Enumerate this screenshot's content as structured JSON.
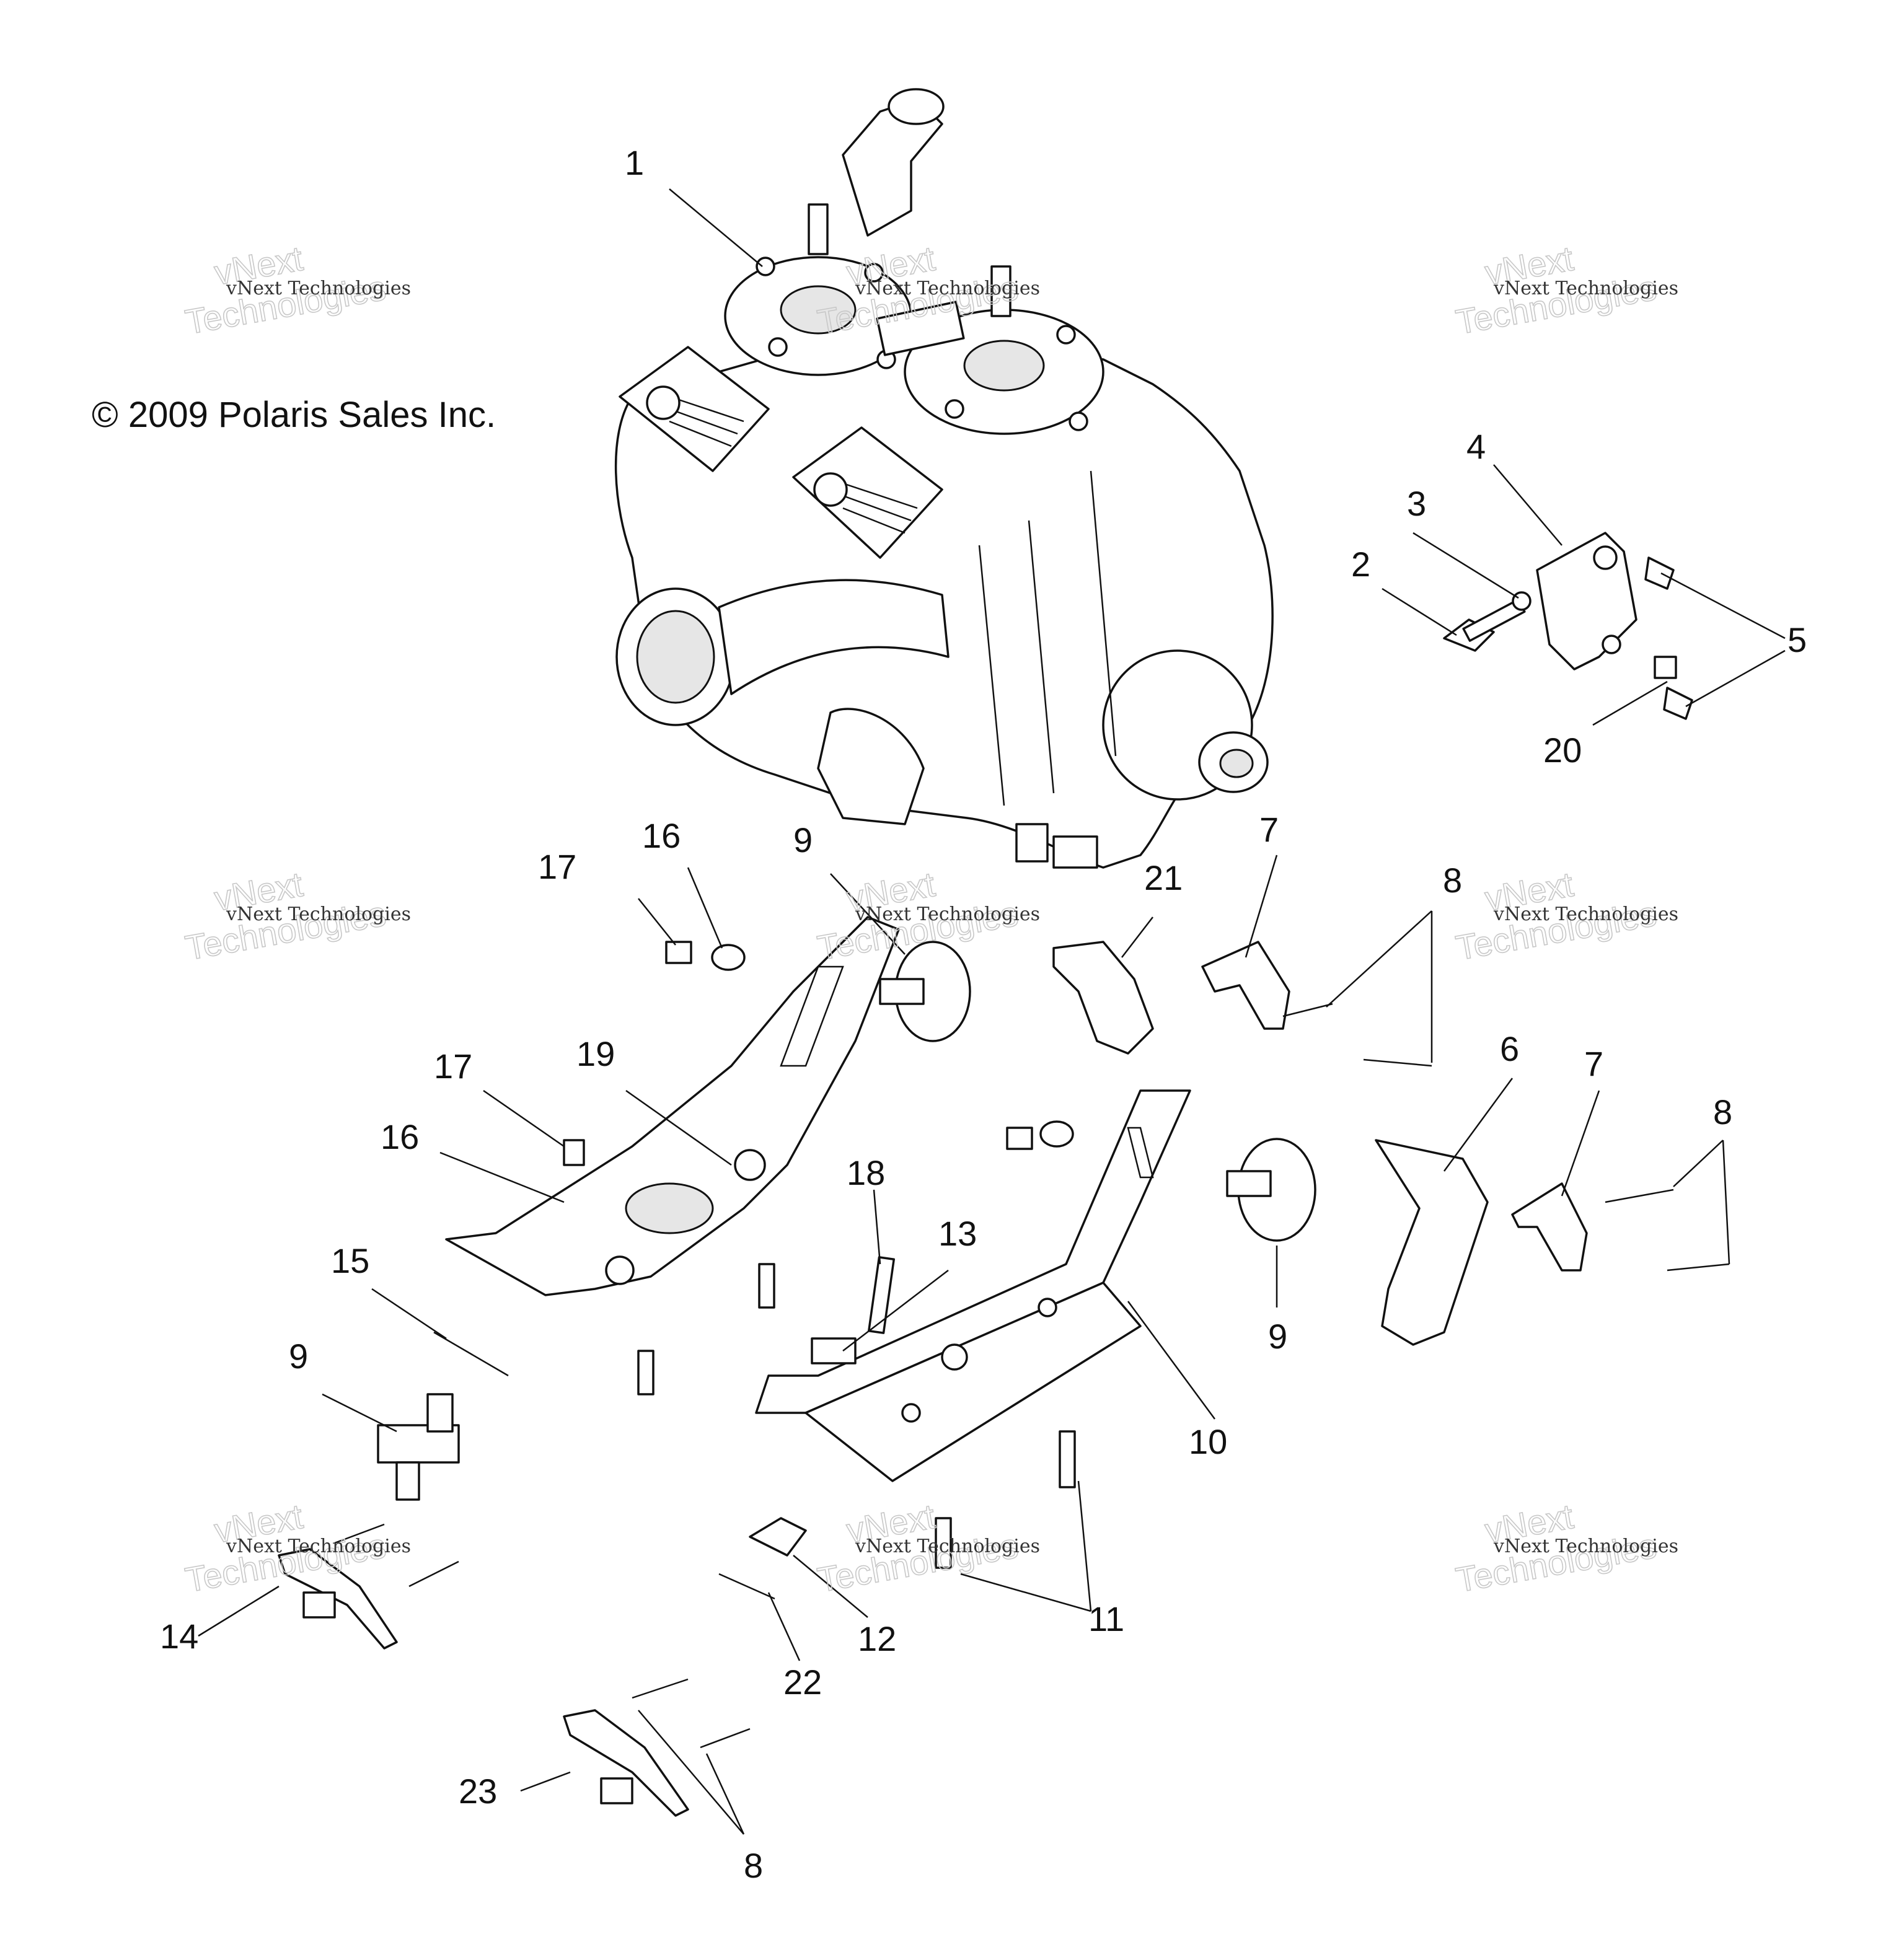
{
  "copyright": "© 2009 Polaris Sales Inc.",
  "watermark": {
    "line1": "vNext Technologies",
    "line2a": "vNext",
    "line2b": "Technologies"
  },
  "callouts": {
    "c1": "1",
    "c2": "2",
    "c3": "3",
    "c4": "4",
    "c5": "5",
    "c20": "20",
    "c17a": "17",
    "c16a": "16",
    "c9a": "9",
    "c21": "21",
    "c7a": "7",
    "c8a": "8",
    "c17b": "17",
    "c19": "19",
    "c16b": "16",
    "c6": "6",
    "c7b": "7",
    "c8b": "8",
    "c18": "18",
    "c13": "13",
    "c15": "15",
    "c9b": "9",
    "c9c": "9",
    "c10": "10",
    "c11": "11",
    "c14": "14",
    "c12": "12",
    "c22": "22",
    "c23": "23",
    "c8c": "8"
  }
}
